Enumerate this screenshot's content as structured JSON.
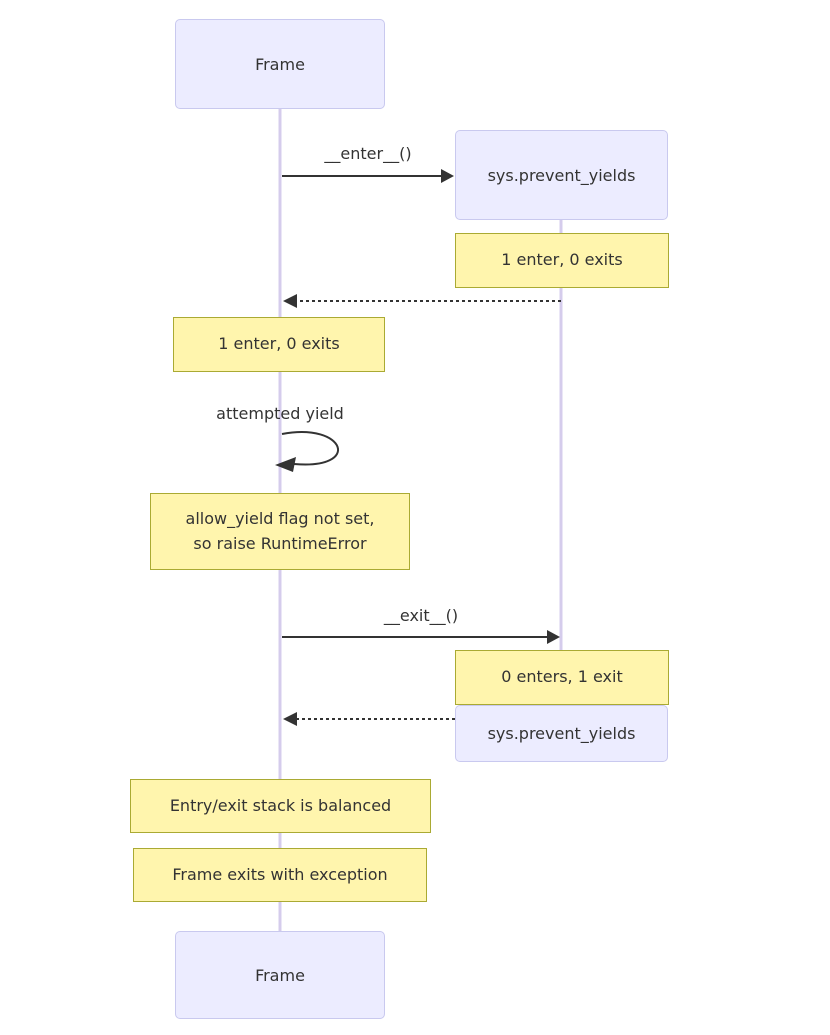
{
  "colors": {
    "background": "#ffffff",
    "actor-fill": "#ECECFF",
    "actor-border": "#C9C9EF",
    "note-fill": "#FFF5AD",
    "note-border": "#AAAA33",
    "line": "#333333",
    "lifeline": "#D5CCEC",
    "text": "#333333"
  },
  "diagram": {
    "type": "sequence-diagram",
    "participants": {
      "frame": {
        "label": "Frame"
      },
      "sys": {
        "label": "sys.prevent_yields"
      }
    },
    "messages": {
      "enter": {
        "label": "__enter__()",
        "from": "Frame",
        "to": "sys.prevent_yields",
        "style": "solid-arrow"
      },
      "return1": {
        "label": "",
        "from": "sys.prevent_yields",
        "to": "Frame",
        "style": "dashed-arrow"
      },
      "self_yield": {
        "label": "attempted yield",
        "from": "Frame",
        "to": "Frame",
        "style": "self-loop"
      },
      "exit": {
        "label": "__exit__()",
        "from": "Frame",
        "to": "sys.prevent_yields",
        "style": "solid-arrow"
      },
      "return2": {
        "label": "",
        "from": "sys.prevent_yields",
        "to": "Frame",
        "style": "dashed-arrow"
      }
    },
    "notes": {
      "sys_enter": {
        "text": "1 enter, 0 exits",
        "position": "right of sys.prevent_yields"
      },
      "frame_enter": {
        "text": "1 enter, 0 exits",
        "position": "over Frame"
      },
      "frame_raise": {
        "text": "allow_yield flag not set,\nso raise RuntimeError",
        "position": "over Frame"
      },
      "sys_exit": {
        "text": "0 enters, 1 exit",
        "position": "right of sys.prevent_yields"
      },
      "frame_balanced": {
        "text": "Entry/exit stack is balanced",
        "position": "over Frame"
      },
      "frame_exception": {
        "text": "Frame exits with exception",
        "position": "over Frame"
      }
    }
  }
}
